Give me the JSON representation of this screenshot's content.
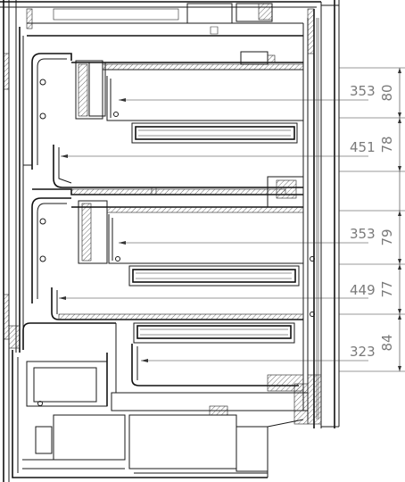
{
  "widths": [
    {
      "value": "353",
      "of": "upper-drawer"
    },
    {
      "value": "451",
      "of": "upper-shelf-zone"
    },
    {
      "value": "353",
      "of": "middle-drawer"
    },
    {
      "value": "449",
      "of": "lower-shelf-zone"
    },
    {
      "value": "323",
      "of": "bottom-drawer"
    }
  ],
  "heights": [
    {
      "value": "80"
    },
    {
      "value": "78"
    },
    {
      "value": "79"
    },
    {
      "value": "77"
    },
    {
      "value": "84"
    }
  ]
}
